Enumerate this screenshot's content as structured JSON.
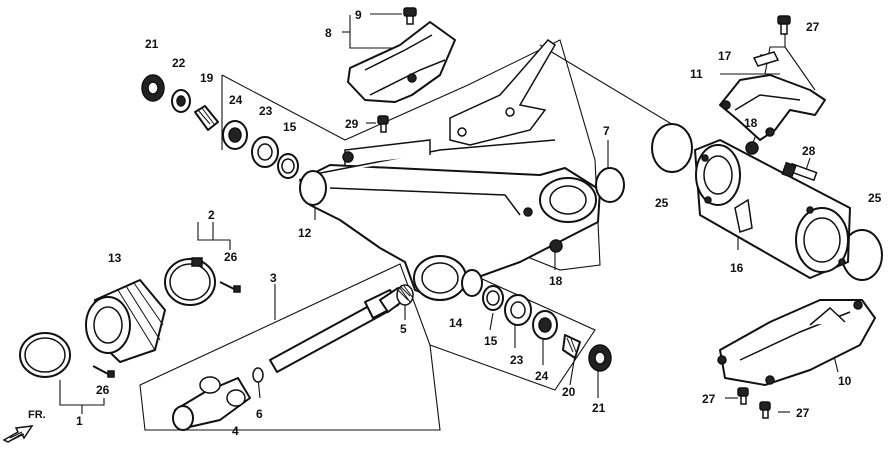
{
  "callouts": {
    "c1": "1",
    "c2": "2",
    "c3": "3",
    "c4": "4",
    "c5": "5",
    "c6": "6",
    "c7": "7",
    "c8": "8",
    "c9": "9",
    "c10": "10",
    "c11": "11",
    "c12": "12",
    "c13": "13",
    "c14": "14",
    "c15a": "15",
    "c15b": "15",
    "c16": "16",
    "c17": "17",
    "c18a": "18",
    "c18b": "18",
    "c19": "19",
    "c20": "20",
    "c21a": "21",
    "c21b": "21",
    "c22": "22",
    "c23a": "23",
    "c23b": "23",
    "c24a": "24",
    "c24b": "24",
    "c25a": "25",
    "c25b": "25",
    "c26a": "26",
    "c26b": "26",
    "c27a": "27",
    "c27b": "27",
    "c27c": "27",
    "c28": "28",
    "c29": "29"
  },
  "direction_marker": {
    "label": "FR."
  },
  "colors": {
    "line": "#111111",
    "background": "#ffffff"
  }
}
